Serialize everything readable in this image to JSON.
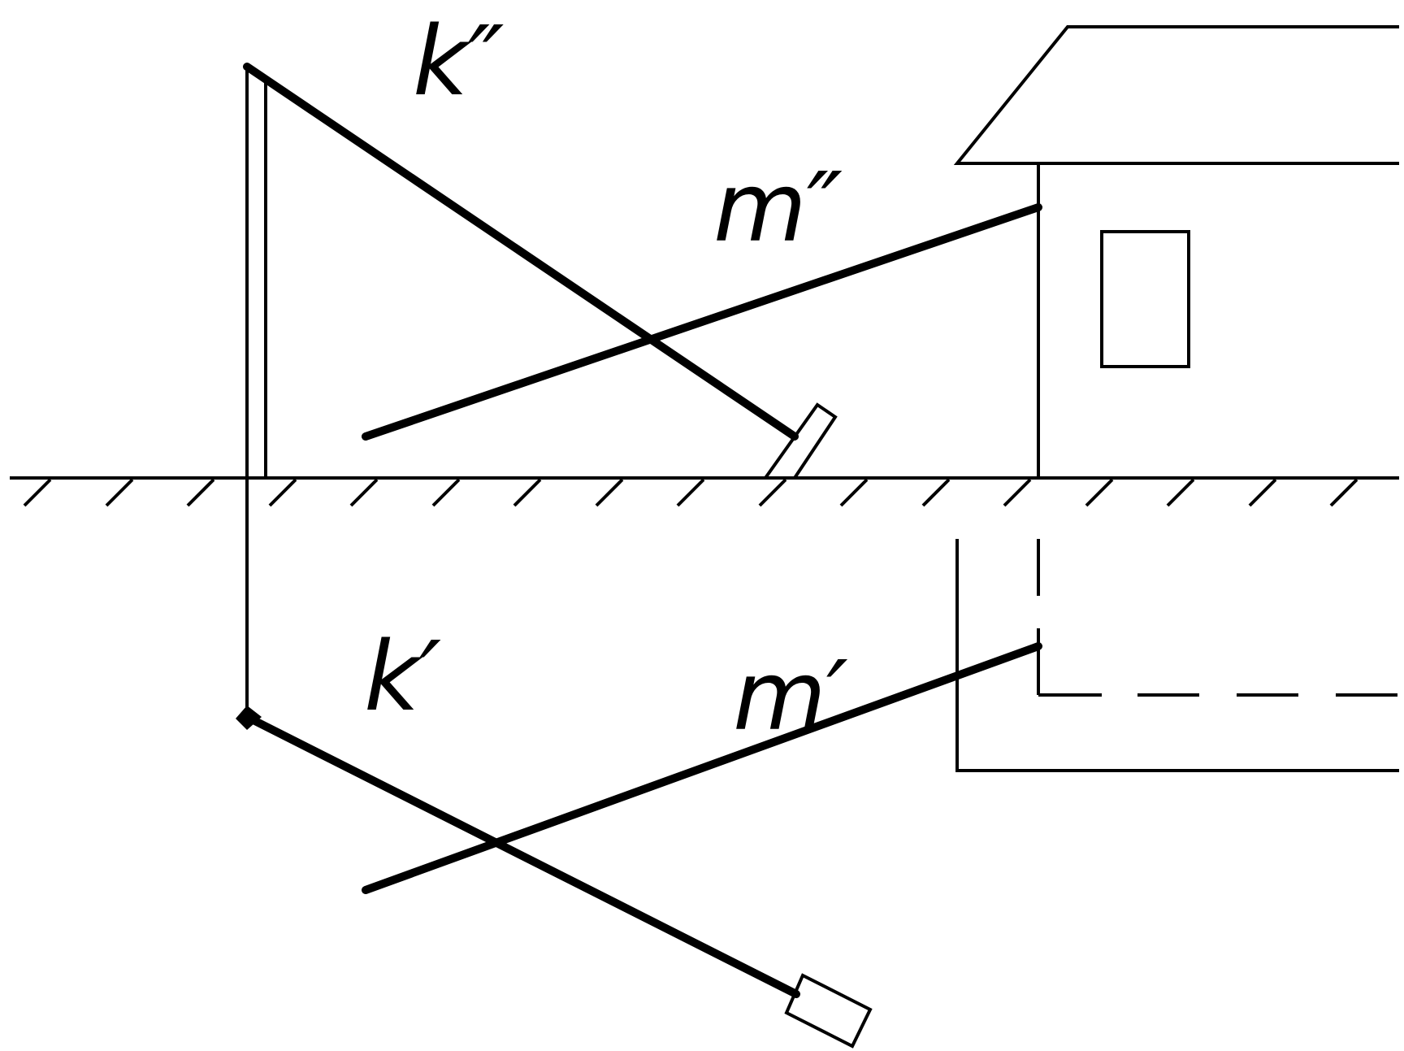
{
  "labels": {
    "k_double_prime": "k″",
    "m_double_prime": "m″",
    "k_prime": "k′",
    "m_prime": "m′"
  },
  "colors": {
    "stroke": "#000000",
    "background": "#ffffff"
  }
}
